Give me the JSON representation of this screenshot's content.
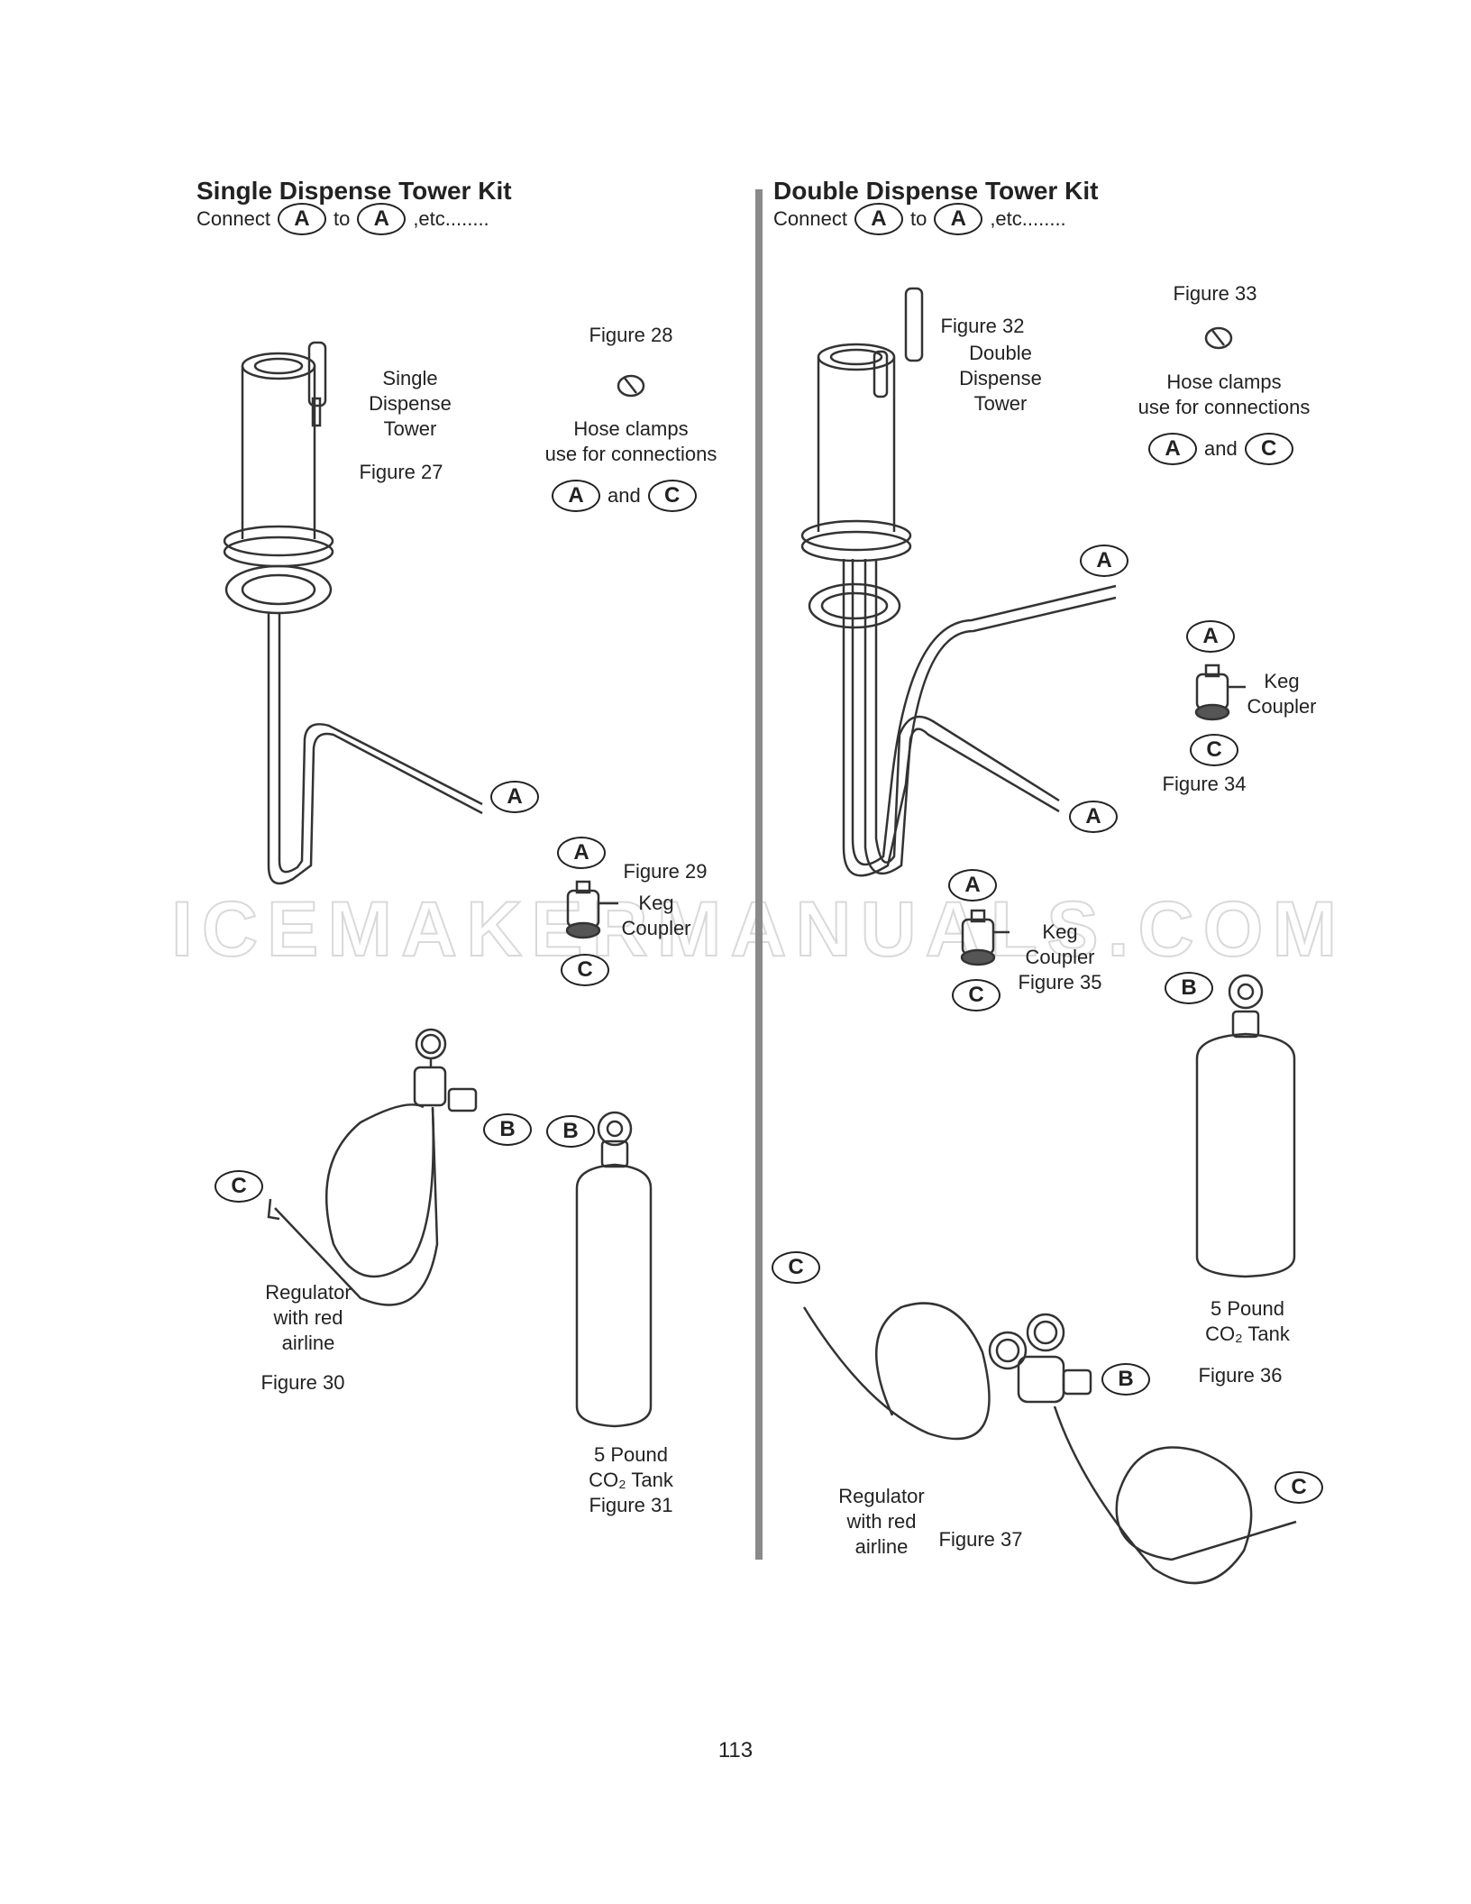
{
  "left": {
    "title": "Single Dispense Tower Kit",
    "connect": {
      "word": "Connect",
      "from": "A",
      "mid": "to",
      "to": "A",
      "etc": ",etc........"
    },
    "fig27": {
      "line1": "Single",
      "line2": "Dispense",
      "line3": "Tower",
      "caption": "Figure 27"
    },
    "fig28": {
      "caption": "Figure 28",
      "line1": "Hose clamps",
      "line2": "use for connections",
      "a": "A",
      "and": "and",
      "c": "C"
    },
    "fig29": {
      "caption": "Figure 29",
      "line1": "Keg",
      "line2": "Coupler",
      "a": "A",
      "c": "C"
    },
    "tube_label": "A",
    "fig30": {
      "line1": "Regulator",
      "line2": "with red",
      "line3": "airline",
      "caption": "Figure 30",
      "b": "B",
      "c": "C"
    },
    "fig31": {
      "b": "B",
      "line1": "5 Pound",
      "line2": "CO₂ Tank",
      "caption": "Figure 31"
    }
  },
  "right": {
    "title": "Double Dispense Tower Kit",
    "connect": {
      "word": "Connect",
      "from": "A",
      "mid": "to",
      "to": "A",
      "etc": ",etc........"
    },
    "fig32": {
      "caption": "Figure 32",
      "line1": "Double",
      "line2": "Dispense",
      "line3": "Tower"
    },
    "fig33": {
      "caption": "Figure 33",
      "line1": "Hose clamps",
      "line2": "use for connections",
      "a": "A",
      "and": "and",
      "c": "C"
    },
    "tube_a1": "A",
    "tube_a2": "A",
    "fig34": {
      "a": "A",
      "line1": "Keg",
      "line2": "Coupler",
      "c": "C",
      "caption": "Figure 34"
    },
    "fig35": {
      "a": "A",
      "line1": "Keg",
      "line2": "Coupler",
      "caption": "Figure 35",
      "c": "C"
    },
    "fig36": {
      "b": "B",
      "line1": "5 Pound",
      "line2": "CO₂ Tank",
      "caption": "Figure 36"
    },
    "fig37": {
      "c1": "C",
      "b": "B",
      "c2": "C",
      "line1": "Regulator",
      "line2": "with red",
      "line3": "airline",
      "caption": "Figure 37"
    }
  },
  "watermark": "ICEMAKERMANUALS.COM",
  "page_number": "113"
}
